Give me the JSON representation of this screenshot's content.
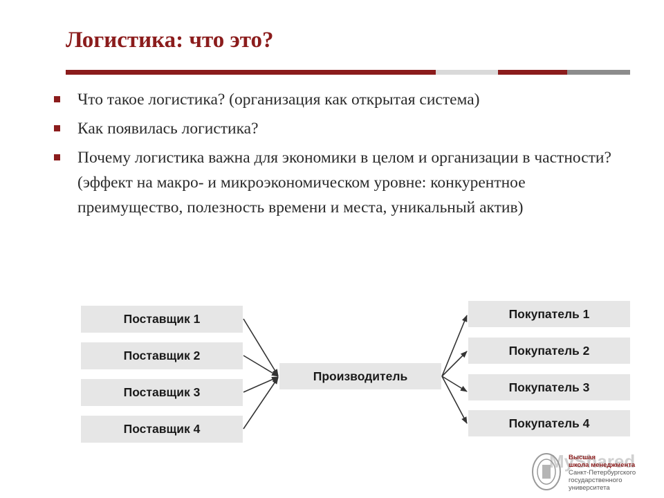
{
  "slide": {
    "title": "Логистика: что это?",
    "colors": {
      "accent": "#8b1c1c",
      "rule_light": "#d9d9d9",
      "rule_dark": "#8c8c8c",
      "box": "#e6e6e6",
      "text": "#2b2b2b"
    }
  },
  "bullets": [
    {
      "text": "Что такое логистика? (организация как открытая система)"
    },
    {
      "text": "Как появилась логистика?"
    },
    {
      "text": "Почему логистика важна для экономики в целом и организации в частности? (эффект на макро- и микроэкономическом уровне: конкурентное преимущество, полезность времени и места, уникальный актив)"
    }
  ],
  "diagram": {
    "suppliers": [
      "Поставщик 1",
      "Поставщик 2",
      "Поставщик 3",
      "Поставщик 4"
    ],
    "producer": "Производитель",
    "buyers": [
      "Покупатель 1",
      "Покупатель 2",
      "Покупатель 3",
      "Покупатель 4"
    ]
  },
  "logo": {
    "line1": "Высшая",
    "line2": "школа менеджмента",
    "line3": "Санкт-Петербургского",
    "line4": "государственного университета",
    "watermark": "MyShared"
  }
}
